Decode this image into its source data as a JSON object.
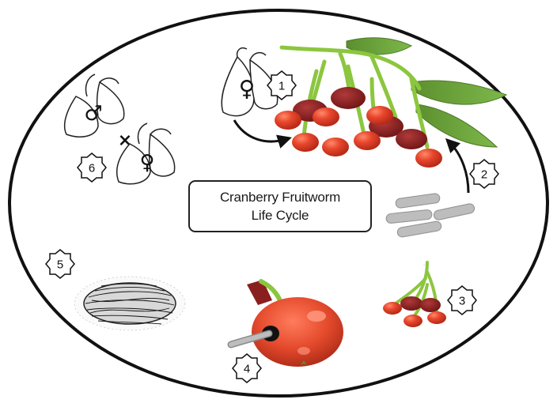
{
  "diagram": {
    "title_line1": "Cranberry Fruitworm",
    "title_line2": "Life Cycle"
  },
  "stages": [
    {
      "number": "1",
      "icon": "female-moth-icon"
    },
    {
      "number": "2",
      "icon": "larvae-icon"
    },
    {
      "number": "3",
      "icon": "small-berry-cluster-icon"
    },
    {
      "number": "4",
      "icon": "infested-berry-icon"
    },
    {
      "number": "5",
      "icon": "cocoon-icon"
    },
    {
      "number": "6",
      "icon": "mating-moths-icon"
    }
  ],
  "symbols": {
    "male": "♂",
    "female": "♀",
    "cross": "×"
  },
  "colors": {
    "berry": "#e0452b",
    "berry_dark": "#8a1f1f",
    "stem": "#8cc63f",
    "leaf": "#6a9e3a",
    "larva": "#b9b9b9",
    "outline": "#111111"
  }
}
